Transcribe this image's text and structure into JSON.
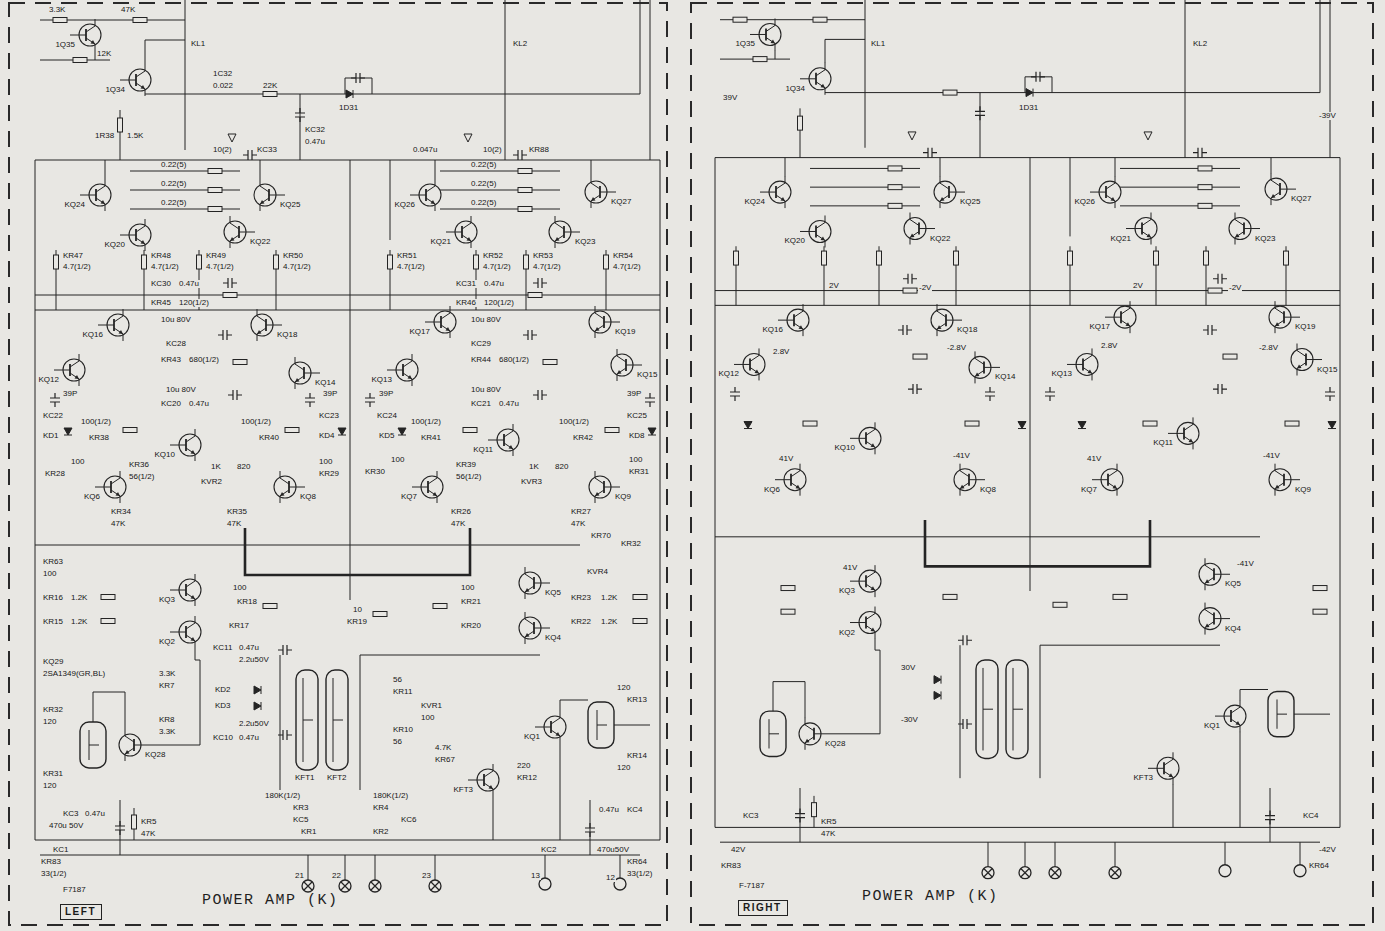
{
  "diagram": {
    "nodes": [
      {
        "text": [
          "POWER AMP (K)"
        ]
      },
      {
        "text": [
          "LEFT"
        ],
        "in": 0
      },
      {
        "text": [
          "POWER AMP (K)"
        ]
      },
      {
        "text": [
          "RIGHT"
        ],
        "in": 2
      }
    ],
    "labels": [
      "1Q35",
      "1Q34",
      "KQ24",
      "KQ25",
      "KQ20",
      "KQ22",
      "KQ16",
      "KQ18",
      "KQ12",
      "KQ14",
      "KQ6",
      "KQ8",
      "KQ10",
      "KQ3",
      "KQ2",
      "KQ28",
      "KQ26",
      "KQ27",
      "KQ21",
      "KQ23",
      "KQ17",
      "KQ19",
      "KQ13",
      "KQ15",
      "KQ7",
      "KQ9",
      "KQ11",
      "KQ5",
      "KQ4",
      "KQ1",
      "KFT3",
      "3.3K",
      "47K",
      "12K",
      "KL1",
      "1C32",
      "0.022",
      "22K",
      "1D31",
      "KL2",
      "1R38",
      "1.5K",
      "KC32",
      "0.47u",
      "10(2)",
      "KC33",
      "0.047u",
      "10(2)",
      "KR88",
      "0.22(5)",
      "0.22(5)",
      "0.22(5)",
      "0.22(5)",
      "0.22(5)",
      "0.22(5)",
      "KR47",
      "KR48",
      "KR49",
      "KR50",
      "KR51",
      "KR52",
      "KR53",
      "KR54",
      "4.7(1/2)",
      "4.7(1/2)",
      "4.7(1/2)",
      "4.7(1/2)",
      "4.7(1/2)",
      "4.7(1/2)",
      "4.7(1/2)",
      "4.7(1/2)",
      "KC30",
      "0.47u",
      "KC31",
      "0.47u",
      "KR45",
      "120(1/2)",
      "KR46",
      "120(1/2)",
      "10u 80V",
      "KC28",
      "10u 80V",
      "KC29",
      "KR43",
      "680(1/2)",
      "KR44",
      "680(1/2)",
      "10u 80V",
      "10u 80V",
      "KC20",
      "0.47u",
      "KC21",
      "0.47u",
      "39P",
      "KC22",
      "39P",
      "KC23",
      "39P",
      "KC24",
      "39P",
      "KC25",
      "KD1",
      "100(1/2)",
      "KR38",
      "100(1/2)",
      "KR40",
      "KD4",
      "KD5",
      "100(1/2)",
      "KR41",
      "100(1/2)",
      "KR42",
      "KD8",
      "KR36",
      "56(1/2)",
      "KVR2",
      "1K",
      "820",
      "KR39",
      "56(1/2)",
      "KVR3",
      "1K",
      "820",
      "100",
      "KR28",
      "100",
      "KR29",
      "100",
      "KR30",
      "100",
      "KR31",
      "KR34",
      "47K",
      "KR35",
      "47K",
      "KR26",
      "47K",
      "KR27",
      "47K",
      "KR70",
      "KR32",
      "KVR4",
      "KR63",
      "100",
      "KR16",
      "1.2K",
      "KR15",
      "1.2K",
      "KR23",
      "1.2K",
      "KR22",
      "1.2K",
      "100",
      "KR18",
      "KR17",
      "10",
      "KR19",
      "100",
      "KR21",
      "KR20",
      "KC11",
      "0.47u",
      "2.2u50V",
      "KD2",
      "KD3",
      "3.3K",
      "KR7",
      "KR8",
      "3.3K",
      "2.2u50V",
      "KC10",
      "0.47u",
      "KFT1",
      "KFT2",
      "56",
      "KR11",
      "KR10",
      "56",
      "KVR1",
      "100",
      "120",
      "KR13",
      "KR14",
      "120",
      "220",
      "KR12",
      "KR67",
      "4.7K",
      "KQ29",
      "2SA1349(GR,BL)",
      "KR32",
      "120",
      "KR31",
      "120",
      "180K(1/2)",
      "KR3",
      "180K(1/2)",
      "KR4",
      "KC5",
      "KC6",
      "KR1",
      "KR2",
      "KC3",
      "0.47u",
      "470u 50V",
      "KC1",
      "KR5",
      "47K",
      "0.47u",
      "KC4",
      "KC2",
      "470u50V",
      "KR83",
      "33(1/2)",
      "KR64",
      "33(1/2)",
      "21",
      "22",
      "23",
      "13",
      "12",
      "F7187",
      "1Q35",
      "1Q34",
      "KQ24",
      "KQ25",
      "KQ20",
      "KQ22",
      "KQ16",
      "KQ18",
      "KQ12",
      "KQ14",
      "KQ6",
      "KQ8",
      "KQ10",
      "KQ3",
      "KQ2",
      "KQ28",
      "KQ26",
      "KQ27",
      "KQ21",
      "KQ23",
      "KQ17",
      "KQ19",
      "KQ13",
      "KQ15",
      "KQ7",
      "KQ9",
      "KQ11",
      "KQ5",
      "KQ4",
      "KQ1",
      "KFT3",
      "F-7187",
      "2V",
      "-2V",
      "2V",
      "-2V",
      "2.8V",
      "-2.8V",
      "2.8V",
      "-2.8V",
      "41V",
      "-41V",
      "41V",
      "-41V",
      "41V",
      "-41V",
      "30V",
      "-30V",
      "39V",
      "-39V",
      "42V",
      "-42V",
      "KR83",
      "KR64",
      "KL1",
      "KL2",
      "1D31",
      "KC3",
      "KC4",
      "KR5",
      "47K"
    ]
  }
}
